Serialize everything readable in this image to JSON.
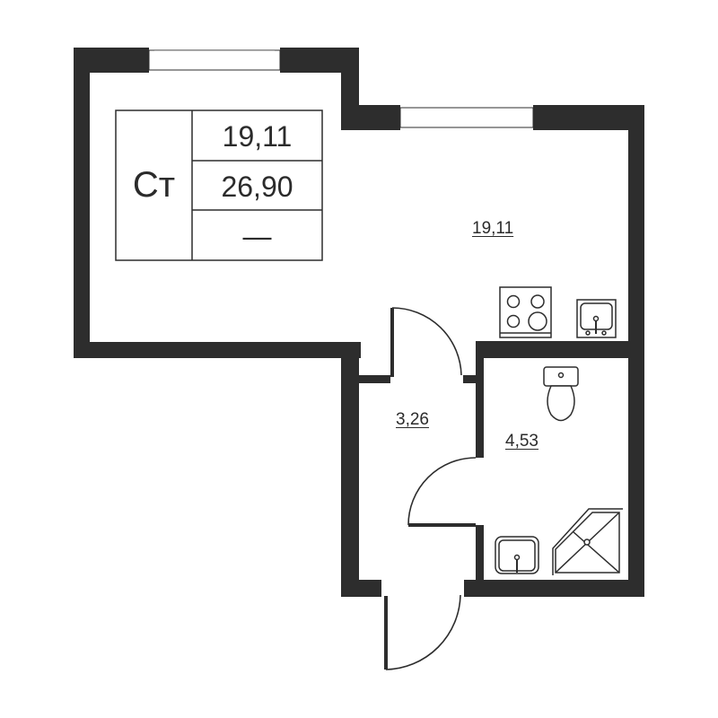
{
  "plan": {
    "wall_color": "#2d2d2d",
    "background": "#ffffff"
  },
  "legend": {
    "type_label": "Ст",
    "living_area": "19,11",
    "total_area": "26,90",
    "balcony_area": "—"
  },
  "rooms": [
    {
      "name": "living-room",
      "area": "19,11"
    },
    {
      "name": "hallway",
      "area": "3,26"
    },
    {
      "name": "bathroom",
      "area": "4,53"
    }
  ],
  "fixtures": [
    "stove",
    "kitchen-sink",
    "toilet",
    "bathroom-sink",
    "corner-shower"
  ],
  "windows": 2,
  "doors": 3
}
